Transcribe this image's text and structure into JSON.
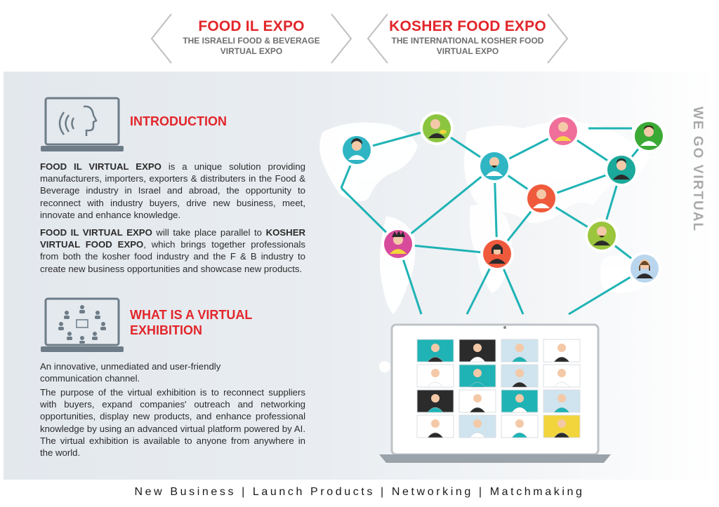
{
  "header": {
    "expos": [
      {
        "title": "FOOD IL EXPO",
        "sub1": "THE ISRAELI FOOD & BEVERAGE",
        "sub2": "VIRTUAL EXPO"
      },
      {
        "title": "KOSHER FOOD EXPO",
        "sub1": "THE INTERNATIONAL KOSHER FOOD",
        "sub2": "VIRTUAL EXPO"
      }
    ]
  },
  "side_text": "WE GO VIRTUAL",
  "introduction": {
    "title": "INTRODUCTION",
    "p1_bold": "FOOD IL VIRTUAL EXPO",
    "p1_rest": " is a unique solution providing manufacturers, importers, exporters & distributers in the Food & Beverage industry in Israel and abroad, the opportunity to reconnect with industry buyers, drive new business, meet, innovate and enhance knowledge.",
    "p2_bold1": "FOOD IL VIRTUAL EXPO",
    "p2_mid": " will take place parallel to ",
    "p2_bold2": "KOSHER VIRTUAL FOOD EXPO",
    "p2_rest": ", which brings together professionals from both the kosher food industry and the F & B industry to create new business opportunities and showcase new products."
  },
  "virtual": {
    "title_line1": "WHAT IS A VIRTUAL",
    "title_line2": "EXHIBITION",
    "p1": "An innovative, unmediated and user-friendly communication channel.",
    "p2": "The purpose of the virtual exhibition is to reconnect suppliers with buyers, expand companies' outreach and networking opportunities, display new products, and enhance professional knowledge by using an advanced virtual platform powered by AI. The virtual exhibition is available to anyone from anywhere in the world."
  },
  "network_nodes": [
    {
      "name": "avatar-node",
      "color": "#2fb5c4"
    },
    {
      "name": "avatar-node",
      "color": "#8bc53f"
    },
    {
      "name": "avatar-node",
      "color": "#f06e9a"
    },
    {
      "name": "avatar-node",
      "color": "#3aaa35"
    },
    {
      "name": "avatar-node",
      "color": "#2fb5c4"
    },
    {
      "name": "avatar-node",
      "color": "#1aa99a"
    },
    {
      "name": "avatar-node",
      "color": "#ef5a3c"
    },
    {
      "name": "avatar-node",
      "color": "#d84b9a"
    },
    {
      "name": "avatar-node",
      "color": "#ef5a3c"
    },
    {
      "name": "avatar-node",
      "color": "#9bc53d"
    },
    {
      "name": "avatar-node",
      "color": "#7bb7e0"
    }
  ],
  "footer": "New Business  |  Launch Products  |  Networking  |  Matchmaking",
  "colors": {
    "accent": "#e2262b",
    "teal": "#1fb3b5",
    "panel": "#e6eaee"
  }
}
